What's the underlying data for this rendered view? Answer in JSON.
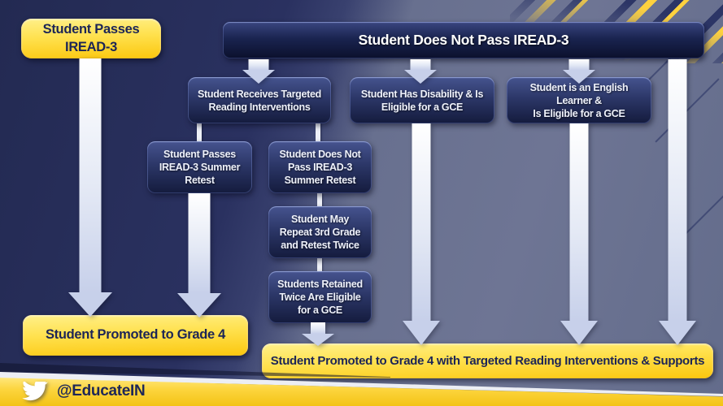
{
  "palette": {
    "bg_navy": "#2a3160",
    "bg_slate": "#6b7290",
    "box_navy_top": "#46548f",
    "box_navy_bottom": "#141b3d",
    "accent_yellow": "#fcd12a",
    "arrow_light": "#ffffff",
    "arrow_dark": "#c7d0ea",
    "text_navy": "#1c2556",
    "text_light": "#eef1fa"
  },
  "flowchart": {
    "nodes": {
      "pass_iread3": "Student Passes\nIREAD-3",
      "not_pass_iread3": "Student Does Not Pass IREAD-3",
      "interventions": "Student Receives Targeted\nReading Interventions",
      "disability": "Student Has Disability & Is\nEligible for a GCE",
      "english_learner": "Student is an English Learner &\nIs Eligible for a GCE",
      "pass_retest": "Student Passes\nIREAD-3 Summer\nRetest",
      "not_pass_retest": "Student Does Not\nPass IREAD-3\nSummer Retest",
      "repeat_grade": "Student May\nRepeat 3rd Grade\nand Retest Twice",
      "retained_twice": "Students Retained\nTwice Are Eligible\nfor a GCE",
      "promoted": "Student Promoted to Grade 4",
      "promoted_supports": "Student Promoted to Grade 4 with Targeted Reading Interventions & Supports"
    },
    "edges": [
      {
        "from": "pass_iread3",
        "to": "promoted"
      },
      {
        "from": "not_pass_iread3",
        "to": "interventions"
      },
      {
        "from": "not_pass_iread3",
        "to": "disability"
      },
      {
        "from": "not_pass_iread3",
        "to": "english_learner"
      },
      {
        "from": "not_pass_iread3",
        "to": "promoted_supports"
      },
      {
        "from": "interventions",
        "to": "pass_retest"
      },
      {
        "from": "interventions",
        "to": "not_pass_retest"
      },
      {
        "from": "pass_retest",
        "to": "promoted"
      },
      {
        "from": "not_pass_retest",
        "to": "repeat_grade"
      },
      {
        "from": "repeat_grade",
        "to": "retained_twice"
      },
      {
        "from": "retained_twice",
        "to": "promoted_supports"
      },
      {
        "from": "disability",
        "to": "promoted_supports"
      },
      {
        "from": "english_learner",
        "to": "promoted_supports"
      }
    ]
  },
  "footer": {
    "handle": "@EducateIN",
    "icon": "twitter-bird"
  }
}
